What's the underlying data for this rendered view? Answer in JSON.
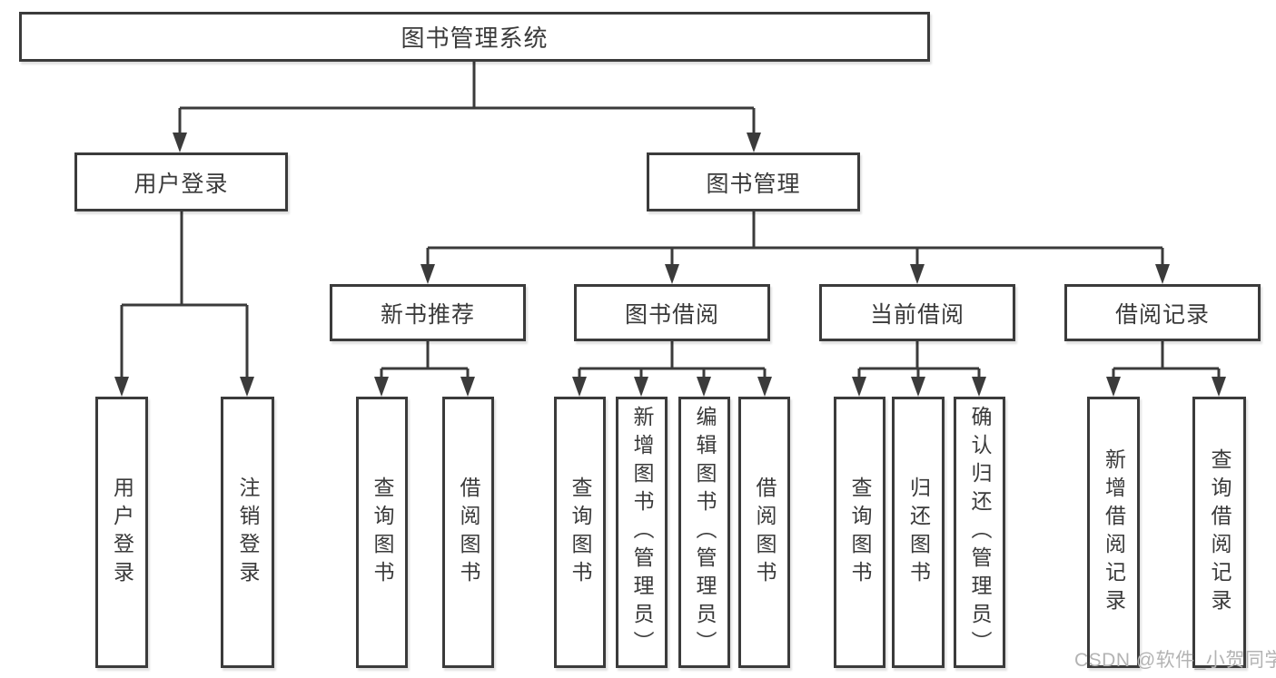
{
  "tree": {
    "root": {
      "label": "图书管理系统"
    },
    "branches": [
      {
        "label": "用户登录",
        "children": [
          "用户登录",
          "注销登录"
        ]
      },
      {
        "label": "图书管理",
        "children": [
          {
            "label": "新书推荐",
            "children": [
              "查询图书",
              "借阅图书"
            ]
          },
          {
            "label": "图书借阅",
            "children": [
              "查询图书",
              "新增图书（管理员）",
              "编辑图书（管理员）",
              "借阅图书"
            ]
          },
          {
            "label": "当前借阅",
            "children": [
              "查询图书",
              "归还图书",
              "确认归还（管理员）"
            ]
          },
          {
            "label": "借阅记录",
            "children": [
              "新增借阅记录",
              "查询借阅记录"
            ]
          }
        ]
      }
    ]
  },
  "watermark": "CSDN @软件_小贺同学",
  "colors": {
    "line": "#3b3b3b",
    "text": "#3a3a3a",
    "box_fill": "#ffffff",
    "watermark": "#b3b3b3"
  }
}
